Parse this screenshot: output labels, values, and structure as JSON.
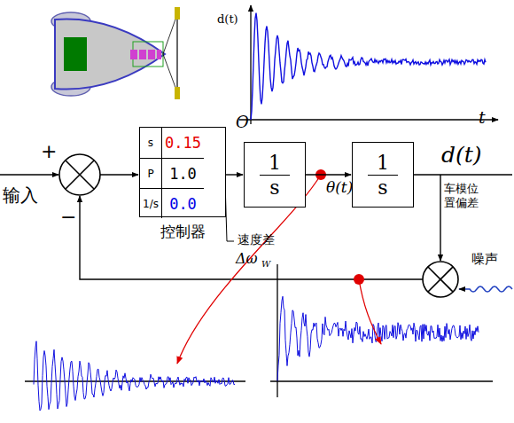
{
  "diagram": {
    "nodes": [
      {
        "text": [
          "控制器"
        ]
      },
      {
        "text": [
          "s",
          "0.15"
        ],
        "in": 0
      },
      {
        "text": [
          "P",
          "1.0"
        ],
        "in": 0
      },
      {
        "text": [
          "1/s",
          "0.0"
        ],
        "in": 0
      },
      {
        "text": [
          "1",
          "s"
        ]
      },
      {
        "text": [
          "1",
          "s"
        ]
      }
    ],
    "edges": [
      {
        "from": 0,
        "to": 4,
        "arrow": "to"
      },
      {
        "from": 4,
        "to": 5,
        "arrow": "to",
        "label": "θ(t)"
      }
    ],
    "labels": [
      "输入",
      "+",
      "−",
      "速度差",
      "Δω",
      "W",
      "d(t)",
      "车模位置偏差",
      "噪声",
      "d(t)",
      "O",
      "t"
    ]
  }
}
